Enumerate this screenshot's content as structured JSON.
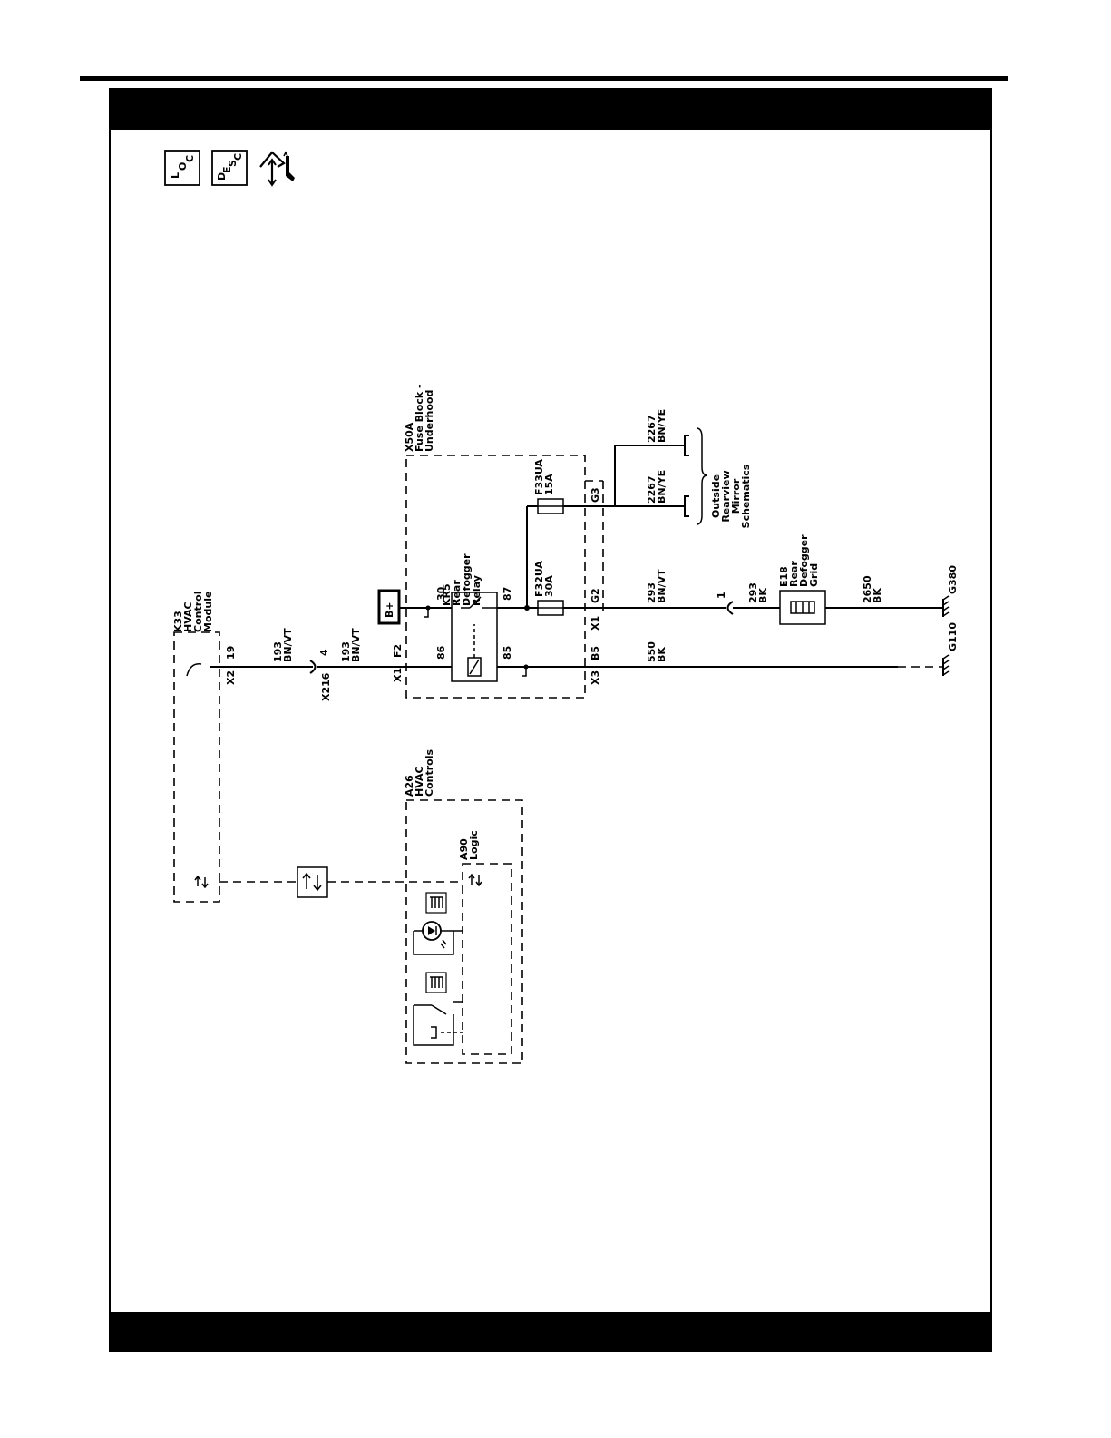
{
  "header": {
    "text": ""
  },
  "footer": {
    "text": ""
  },
  "icons": {
    "loc": {
      "letters": [
        "L",
        "O",
        "C"
      ]
    },
    "desc": {
      "letters": [
        "D",
        "E",
        "S",
        "C"
      ]
    },
    "tool": "service-tool-icon"
  },
  "labels": {
    "k33_id": "K33",
    "k33_l1": "HVAC",
    "k33_l2": "Control",
    "k33_l3": "Module",
    "k33_conn": "X2",
    "k33_pin": "19",
    "w193a_num": "193",
    "w193a_color": "BN/VT",
    "x216_pin": "4",
    "x216_id": "X216",
    "w193b_num": "193",
    "w193b_color": "BN/VT",
    "x50a_id": "X50A",
    "x50a_l1": "Fuse Block -",
    "x50a_l2": "Underhood",
    "bplus": "B+",
    "conn_x1_f2_a": "X1",
    "conn_x1_f2_b": "F2",
    "pin86": "86",
    "pin85": "85",
    "pin30": "30",
    "pin87": "87",
    "kr5_id": "KR5",
    "kr5_l1": "Rear",
    "kr5_l2": "Defogger",
    "kr5_l3": "Relay",
    "f32_id": "F32UA",
    "f32_amp": "30A",
    "f33_id": "F33UA",
    "f33_amp": "15A",
    "conn_g2": "G2",
    "conn_g3": "G3",
    "conn_x1_b": "X1",
    "conn_x3_b5_a": "X3",
    "conn_x3_b5_b": "B5",
    "w2267a_num": "2267",
    "w2267a_color": "BN/YE",
    "w2267b_num": "2267",
    "w2267b_color": "BN/YE",
    "mirror_l1": "Outside",
    "mirror_l2": "Rearview",
    "mirror_l3": "Mirror",
    "mirror_l4": "Schematics",
    "w293a_num": "293",
    "w293a_color": "BN/VT",
    "inline_pin": "1",
    "w293b_num": "293",
    "w293b_color": "BK",
    "e18_id": "E18",
    "e18_l1": "Rear",
    "e18_l2": "Defogger",
    "e18_l3": "Grid",
    "w2650_num": "2650",
    "w2650_color": "BK",
    "w550_num": "550",
    "w550_color": "BK",
    "g110": "G110",
    "g380": "G380",
    "a26_id": "A26",
    "a26_l1": "HVAC",
    "a26_l2": "Controls",
    "a90_id": "A90",
    "a90_l1": "Logic"
  }
}
